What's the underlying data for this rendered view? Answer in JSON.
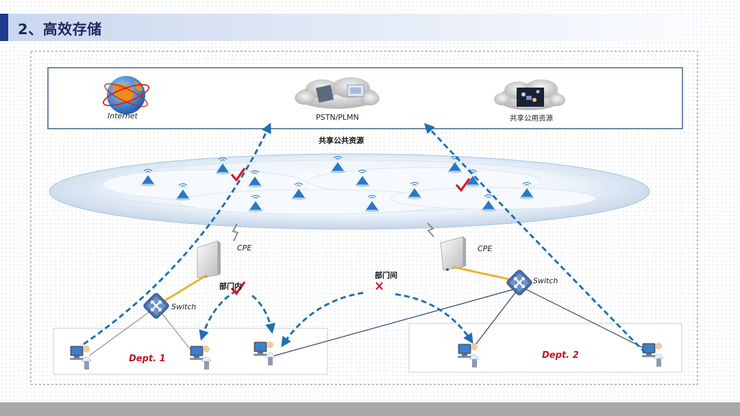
{
  "header": {
    "title": "2、高效存储"
  },
  "cloud_box": {
    "internet_label": "Internet",
    "pstn_label": "PSTN/PLMN",
    "shared_label": "共享公用资源"
  },
  "labels": {
    "shared_public": "共享公共资源",
    "cpe_left": "CPE",
    "cpe_right": "CPE",
    "switch_left": "Switch",
    "switch_right": "Switch",
    "intra_dept": "部门内",
    "inter_dept": "部门间",
    "dept1": "Dept. 1",
    "dept2": "Dept. 2"
  },
  "colors": {
    "accent": "#203a8c",
    "arrow": "#1f6fb5",
    "check": "#e0141e",
    "cross": "#e0141e",
    "dept": "#c0161e"
  }
}
